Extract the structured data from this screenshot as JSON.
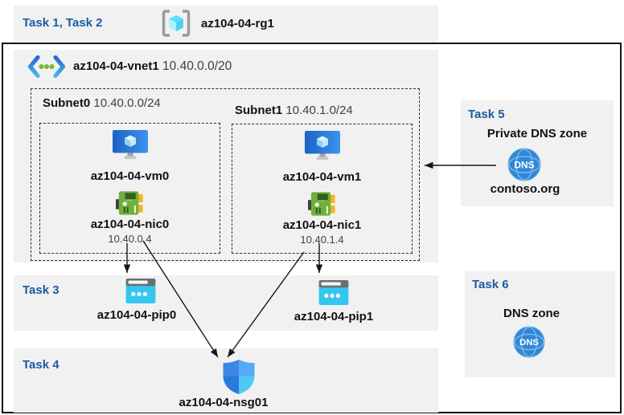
{
  "tasks": {
    "t12": "Task 1, Task 2",
    "t3": "Task 3",
    "t4": "Task 4",
    "t5": "Task 5",
    "t6": "Task 6"
  },
  "resource_group": {
    "name": "az104-04-rg1"
  },
  "vnet": {
    "name": "az104-04-vnet1",
    "cidr": "10.40.0.0/20"
  },
  "subnets": [
    {
      "name": "Subnet0",
      "cidr": "10.40.0.0/24",
      "vm": "az104-04-vm0",
      "nic": "az104-04-nic0",
      "ip": "10.40.0.4"
    },
    {
      "name": "Subnet1",
      "cidr": "10.40.1.0/24",
      "vm": "az104-04-vm1",
      "nic": "az104-04-nic1",
      "ip": "10.40.1.4"
    }
  ],
  "public_ips": [
    "az104-04-pip0",
    "az104-04-pip1"
  ],
  "nsg": {
    "name": "az104-04-nsg01"
  },
  "private_dns_zone": {
    "heading": "Private DNS zone",
    "name": "contoso.org",
    "icon_text": "DNS"
  },
  "dns_zone": {
    "heading": "DNS zone",
    "icon_text": "DNS"
  },
  "icons": {
    "resource_group": "brackets-cube-icon",
    "vnet": "chevrons-dots-icon",
    "vm": "monitor-cube-icon",
    "nic": "circuit-board-icon",
    "public_ip": "browser-dots-icon",
    "nsg": "shield-icon",
    "dns": "globe-dns-icon"
  },
  "colors": {
    "panel_bg": "#f1f1f2",
    "task_label": "#1b5c9e",
    "arrow": "#161616",
    "nic_green": "#6fae3f",
    "pip_cyan": "#33c7f0",
    "dns_blue": "#2f87d7"
  }
}
